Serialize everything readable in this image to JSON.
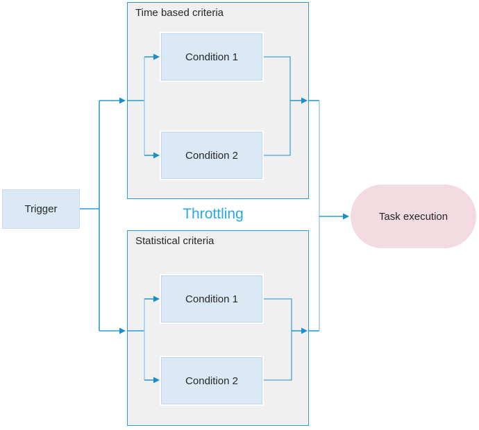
{
  "diagram": {
    "trigger": {
      "label": "Trigger"
    },
    "groups": [
      {
        "title": "Time based criteria",
        "conditions": [
          "Condition 1",
          "Condition 2"
        ]
      },
      {
        "title": "Statistical criteria",
        "conditions": [
          "Condition 1",
          "Condition 2"
        ]
      }
    ],
    "center_label": "Throttling",
    "task": {
      "label": "Task execution"
    },
    "colors": {
      "connector": "#2b9ad5",
      "connector_medium": "#5fb0e0",
      "connector_light": "#9fceec",
      "arrowhead": "#1b8ccd",
      "group_fill": "#f0f0f0",
      "group_border": "#2b9cd8",
      "condition_fill": "#dbe9f6",
      "condition_border": "#bdd6ee",
      "trigger_fill": "#dbe8f5",
      "task_fill": "#f2dbe1",
      "throttling_text": "#29a9e0",
      "label_text": "#262626"
    }
  }
}
